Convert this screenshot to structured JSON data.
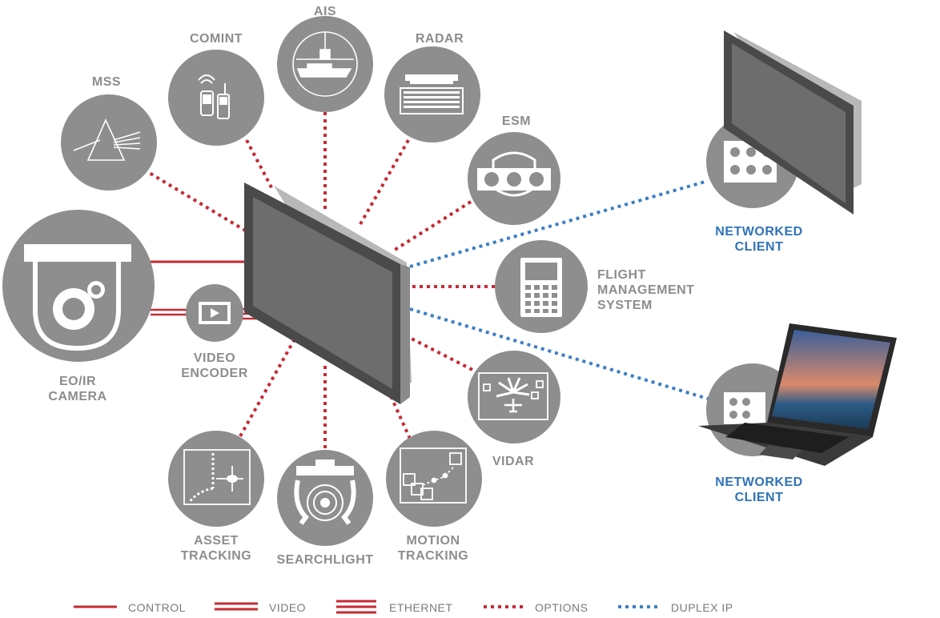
{
  "colors": {
    "node_circle": "#8e8e8e",
    "icon_line": "#ffffff",
    "options_line": "#c62a33",
    "control_line": "#c62a33",
    "duplex_line": "#3d7fc4",
    "label_gray": "#8d8d8d",
    "client_blue": "#2f73b8",
    "display_frame": "#4a4a4a",
    "display_screen": "#6d6d6d"
  },
  "nodes": {
    "mss": {
      "label": "MSS",
      "icon": "prism-icon"
    },
    "comint": {
      "label": "COMINT",
      "icon": "radios-icon"
    },
    "ais": {
      "label": "AIS",
      "icon": "ship-icon"
    },
    "radar": {
      "label": "RADAR",
      "icon": "radar-icon"
    },
    "esm": {
      "label": "ESM",
      "icon": "esm-icon"
    },
    "eoir": {
      "label_lines": [
        "EO/IR",
        "CAMERA"
      ],
      "icon": "dome-camera-icon"
    },
    "video_encoder": {
      "label_lines": [
        "VIDEO",
        "ENCODER"
      ],
      "icon": "film-icon"
    },
    "fms": {
      "label_lines": [
        "FLIGHT",
        "MANAGEMENT",
        "SYSTEM"
      ],
      "icon": "keypad-icon"
    },
    "vidar": {
      "label": "VIDAR",
      "icon": "vidar-icon"
    },
    "asset_tracking": {
      "label_lines": [
        "ASSET",
        "TRACKING"
      ],
      "icon": "helicopter-icon"
    },
    "searchlight": {
      "label": "SEARCHLIGHT",
      "icon": "searchlight-icon"
    },
    "motion_tracking": {
      "label_lines": [
        "MOTION",
        "TRACKING"
      ],
      "icon": "motion-track-icon"
    }
  },
  "clients": [
    {
      "label_lines": [
        "NETWORKED",
        "CLIENT"
      ],
      "device": "rugged-display-icon"
    },
    {
      "label_lines": [
        "NETWORKED",
        "CLIENT"
      ],
      "device": "laptop-icon"
    }
  ],
  "legend": [
    {
      "label": "CONTROL",
      "style": "solid-single"
    },
    {
      "label": "VIDEO",
      "style": "solid-double"
    },
    {
      "label": "ETHERNET",
      "style": "solid-triple"
    },
    {
      "label": "OPTIONS",
      "style": "dotted-red"
    },
    {
      "label": "DUPLEX IP",
      "style": "dotted-blue"
    }
  ]
}
